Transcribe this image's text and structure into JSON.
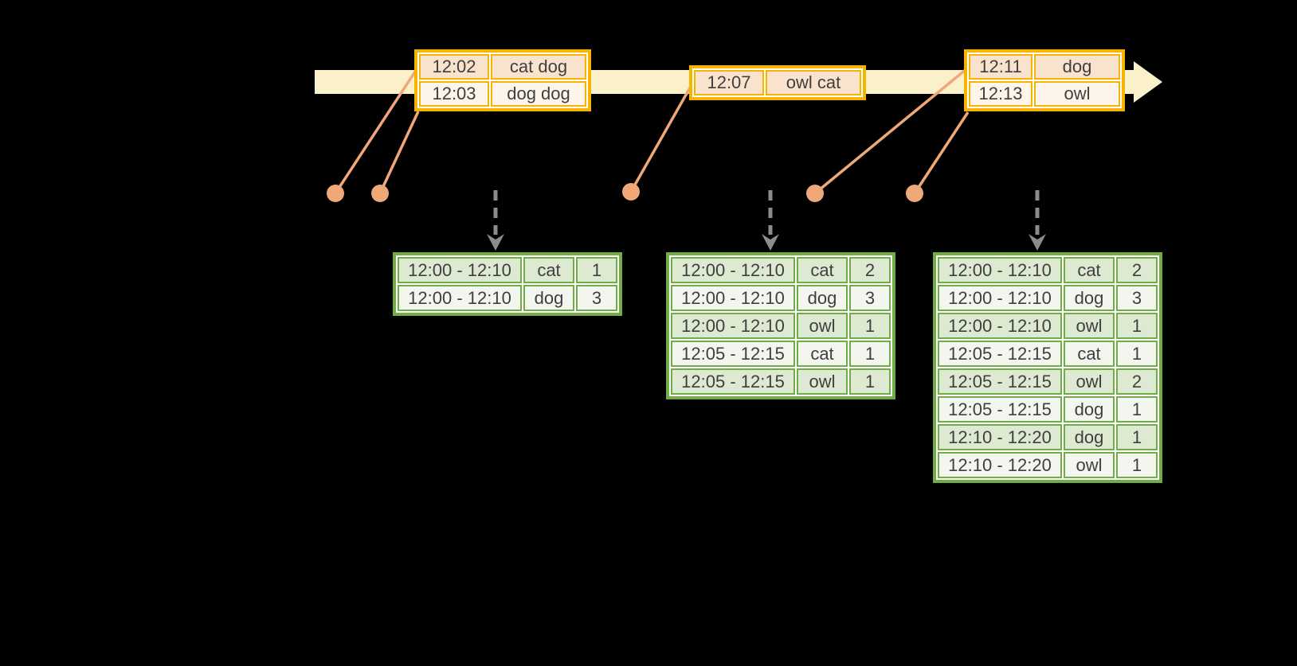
{
  "colors": {
    "background": "#000000",
    "timeline_fill": "#FAF0C9",
    "event_border": "#F4B400",
    "event_row_dark": "#FAE3CC",
    "event_row_light": "#FDF4EA",
    "connector": "#F1A878",
    "dashed_arrow": "#8C8C8C",
    "result_border": "#70AD47",
    "result_row_dark": "#DDE9D1",
    "result_row_light": "#F2F6EE",
    "text": "#3F3F3F"
  },
  "event_tables": [
    {
      "rows": [
        [
          "12:02",
          "cat dog"
        ],
        [
          "12:03",
          "dog dog"
        ]
      ]
    },
    {
      "rows": [
        [
          "12:07",
          "owl cat"
        ]
      ]
    },
    {
      "rows": [
        [
          "12:11",
          "dog"
        ],
        [
          "12:13",
          "owl"
        ]
      ]
    }
  ],
  "result_tables": [
    {
      "rows": [
        [
          "12:00 - 12:10",
          "cat",
          "1"
        ],
        [
          "12:00 - 12:10",
          "dog",
          "3"
        ]
      ]
    },
    {
      "rows": [
        [
          "12:00 - 12:10",
          "cat",
          "2"
        ],
        [
          "12:00 - 12:10",
          "dog",
          "3"
        ],
        [
          "12:00 - 12:10",
          "owl",
          "1"
        ],
        [
          "12:05 - 12:15",
          "cat",
          "1"
        ],
        [
          "12:05 - 12:15",
          "owl",
          "1"
        ]
      ]
    },
    {
      "rows": [
        [
          "12:00 - 12:10",
          "cat",
          "2"
        ],
        [
          "12:00 - 12:10",
          "dog",
          "3"
        ],
        [
          "12:00 - 12:10",
          "owl",
          "1"
        ],
        [
          "12:05 - 12:15",
          "cat",
          "1"
        ],
        [
          "12:05 - 12:15",
          "owl",
          "2"
        ],
        [
          "12:05 - 12:15",
          "dog",
          "1"
        ],
        [
          "12:10 - 12:20",
          "dog",
          "1"
        ],
        [
          "12:10 - 12:20",
          "owl",
          "1"
        ]
      ]
    }
  ]
}
